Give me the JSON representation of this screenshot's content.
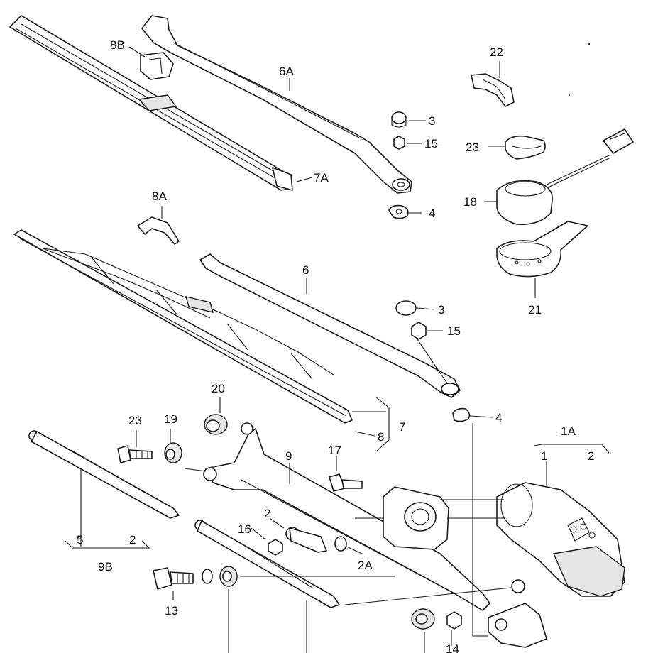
{
  "callouts": {
    "c_8B": "8B",
    "c_6A": "6A",
    "c_22": "22",
    "c_3a": "3",
    "c_15a": "15",
    "c_23a": "23",
    "c_7A": "7A",
    "c_18": "18",
    "c_8A": "8A",
    "c_4a": "4",
    "c_6": "6",
    "c_21": "21",
    "c_3b": "3",
    "c_15b": "15",
    "c_20": "20",
    "c_4b": "4",
    "c_23b": "23",
    "c_19": "19",
    "c_7": "7",
    "c_8": "8",
    "c_1A": "1A",
    "c_1": "1",
    "c_2a": "2",
    "c_17": "17",
    "c_9": "9",
    "c_2b": "2",
    "c_16": "16",
    "c_2A": "2A",
    "c_5": "5",
    "c_2c": "2",
    "c_9B": "9B",
    "c_13": "13",
    "c_14": "14"
  }
}
